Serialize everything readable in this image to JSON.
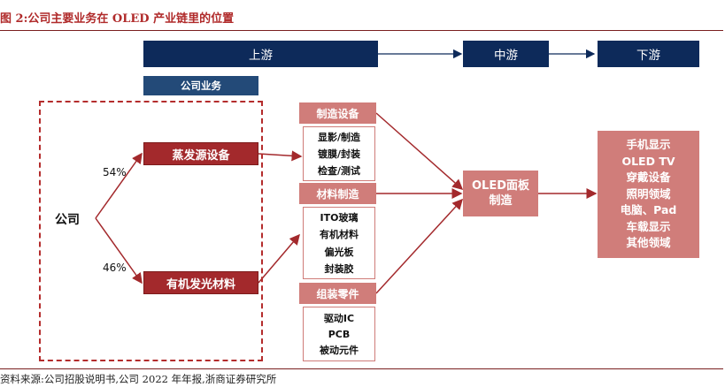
{
  "title": "图 2:公司主要业务在 OLED 产业链里的位置",
  "stages": {
    "upstream": "上游",
    "midstream": "中游",
    "downstream": "下游"
  },
  "company_business_label": "公司业务",
  "company": "公司",
  "percent_evaporation": "54%",
  "percent_material": "46%",
  "evaporation_equipment": "蒸发源设备",
  "organic_materials": "有机发光材料",
  "manufacturing_equipment": {
    "label": "制造设备",
    "items": [
      "显影/制造",
      "镀膜/封装",
      "检查/测试"
    ]
  },
  "material_manufacturing": {
    "label": "材料制造",
    "items": [
      "ITO玻璃",
      "有机材料",
      "偏光板",
      "封装胶"
    ]
  },
  "assembly_parts": {
    "label": "组装零件",
    "items": [
      "驱动IC",
      "PCB",
      "被动元件"
    ]
  },
  "panel": {
    "line1": "OLED面板",
    "line2": "制造"
  },
  "downstream_items": [
    "手机显示",
    "OLED TV",
    "穿戴设备",
    "照明领域",
    "电脑、Pad",
    "车载显示",
    "其他领域"
  ],
  "source": "资料来源:公司招股说明书,公司 2022 年年报,浙商证券研究所",
  "colors": {
    "navy": "#0d2a5a",
    "darkred": "#a3292c",
    "pink": "#d07d7a",
    "accent_red": "#b02a2a"
  }
}
